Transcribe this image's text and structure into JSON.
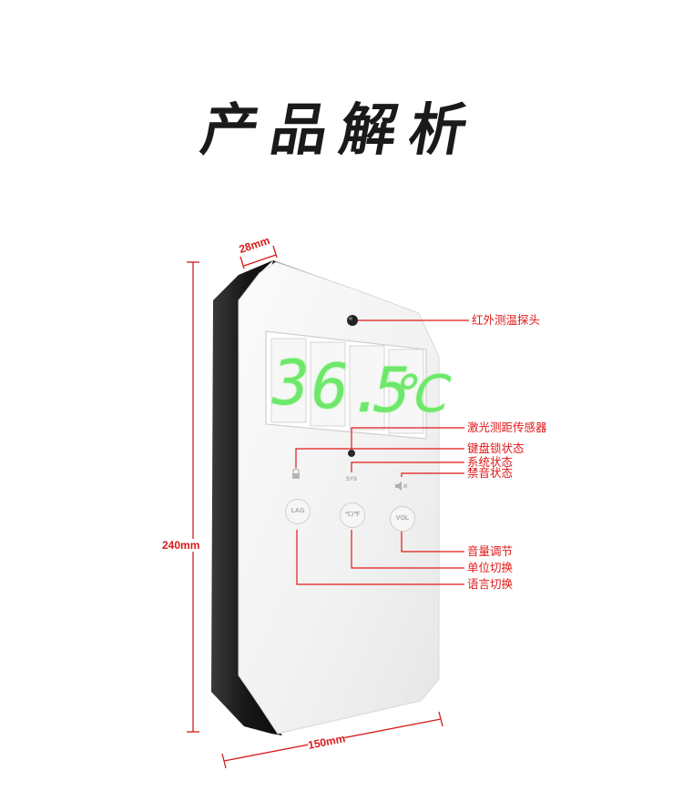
{
  "title": "产品解析",
  "dimensions": {
    "depth": "28mm",
    "height": "240mm",
    "width": "150mm"
  },
  "display": {
    "digits": [
      "3",
      "6",
      ".5",
      "℃"
    ]
  },
  "buttons": {
    "language": "LAG",
    "unit": "℃/℉",
    "volume": "VOL"
  },
  "status": {
    "system": "SYS"
  },
  "labels": {
    "ir_probe": "红外测温探头",
    "laser_sensor": "激光测距传感器",
    "keylock": "键盘锁状态",
    "system": "系统状态",
    "mute": "禁音状态",
    "volume": "音量调节",
    "unit": "单位切换",
    "language": "语言切换"
  },
  "colors": {
    "callout": "#e01818",
    "segment": "#6ee86a",
    "body_dark": "#1d1d1d",
    "face": "#f2f2f2"
  }
}
